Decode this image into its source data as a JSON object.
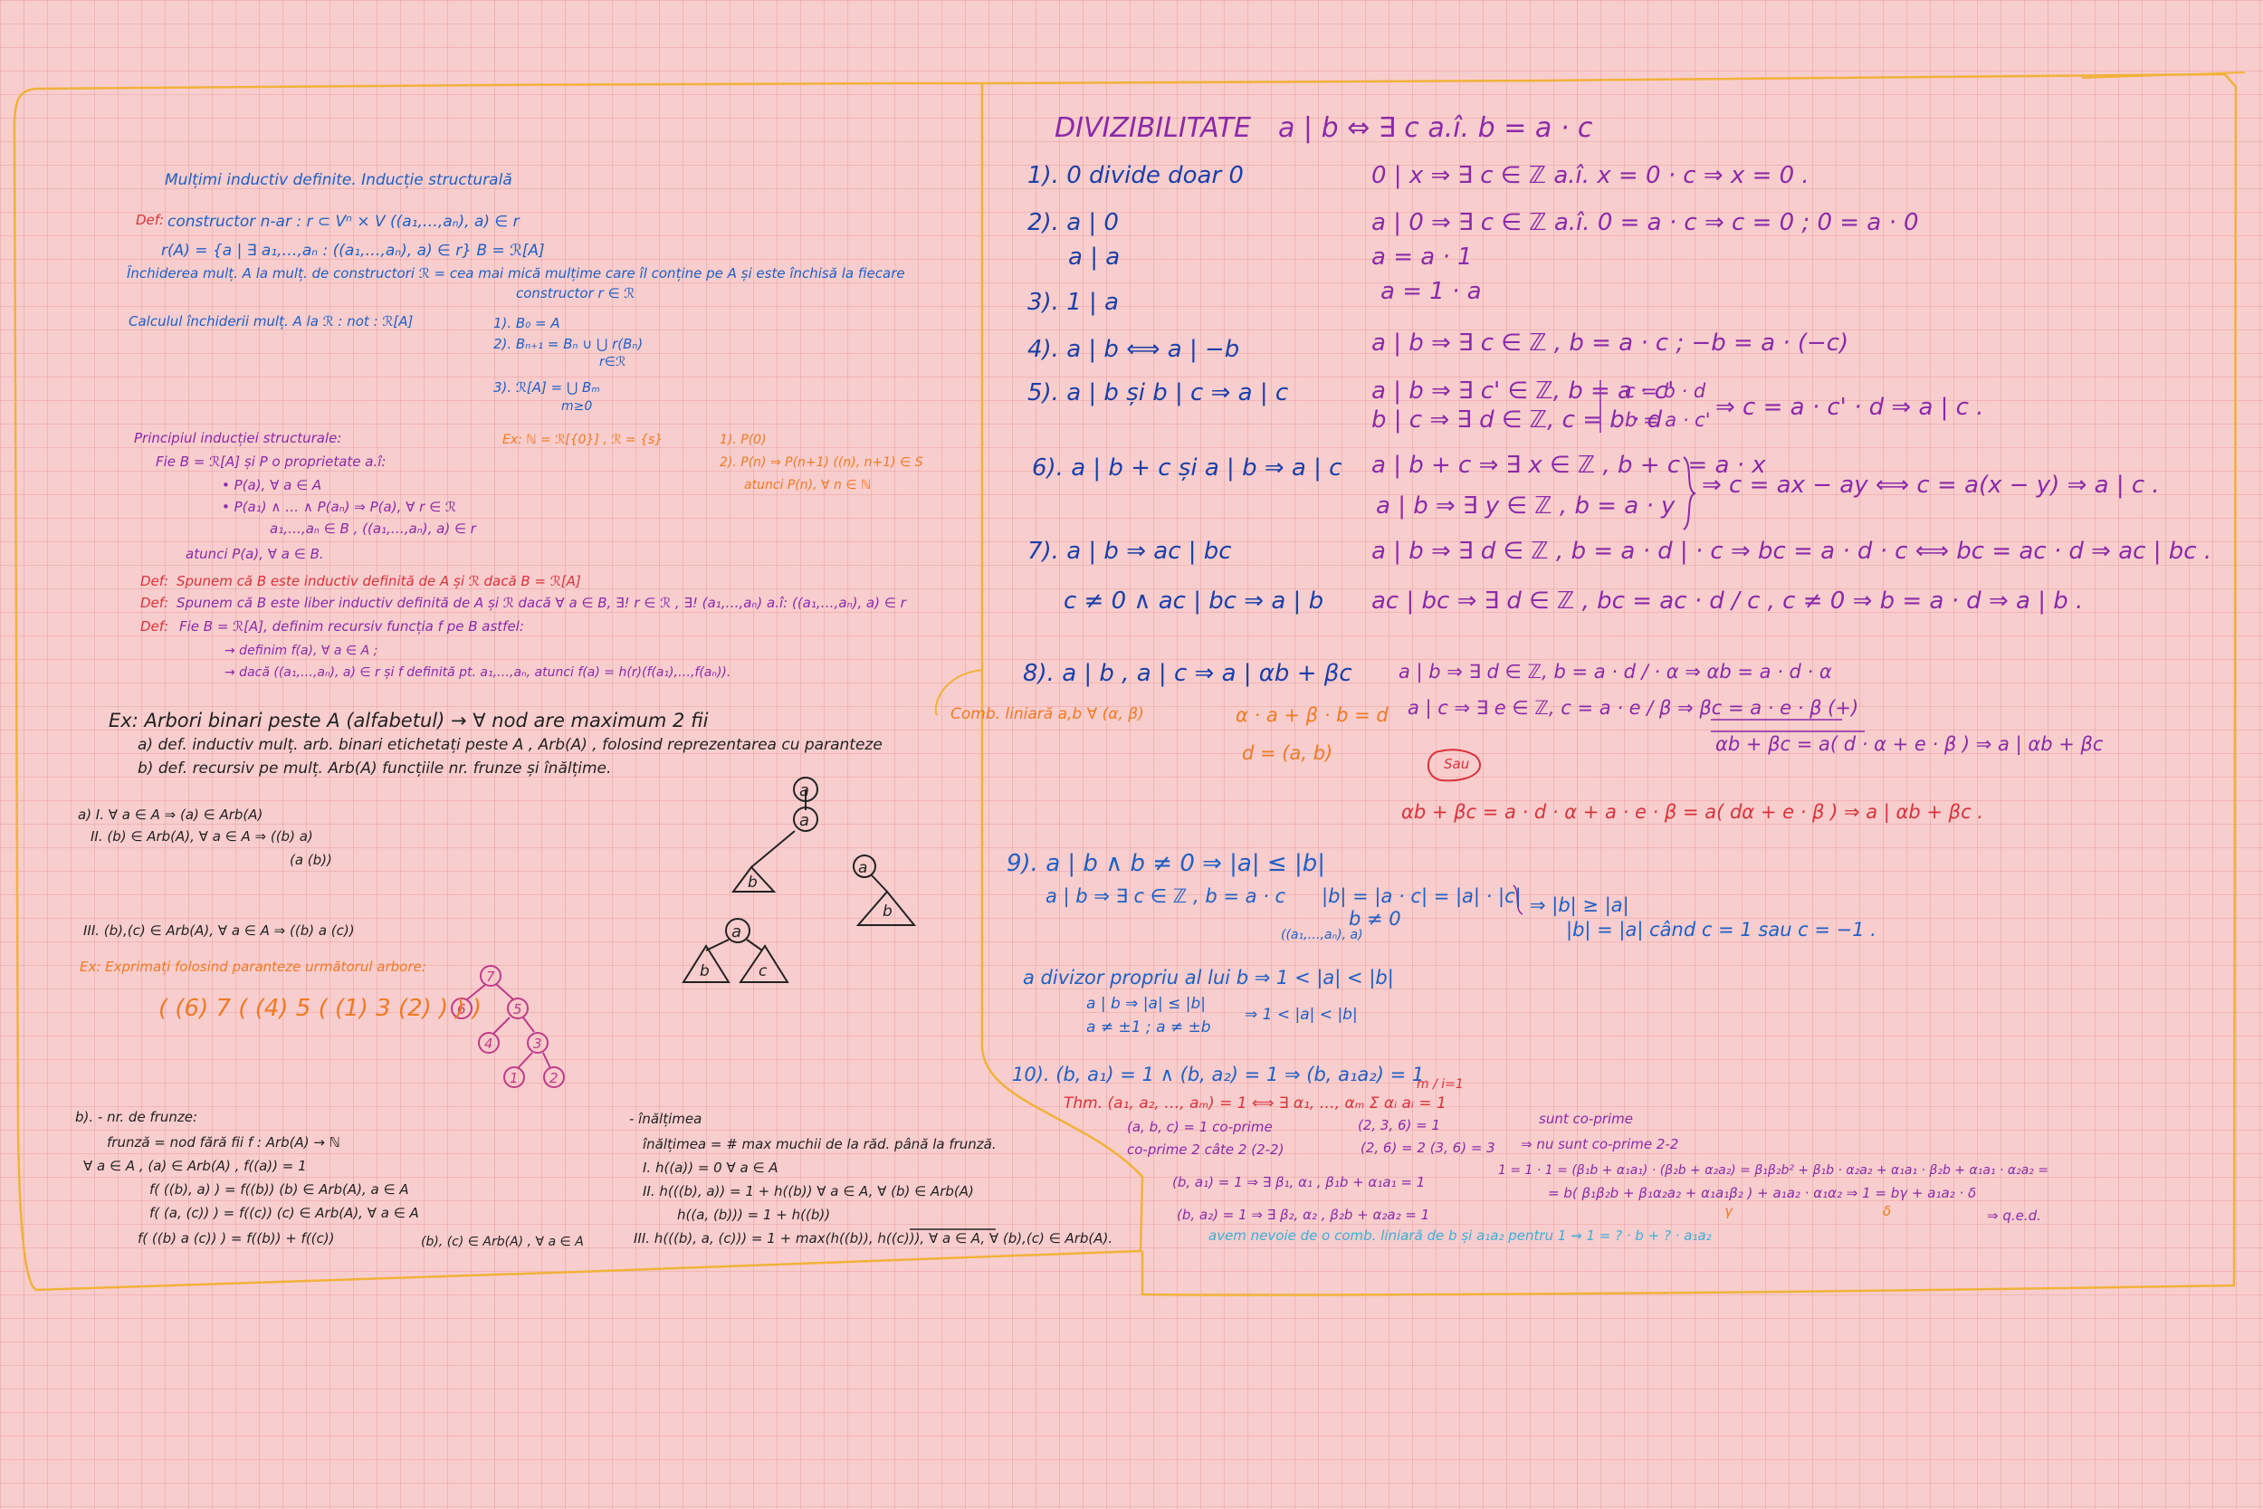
{
  "left": {
    "title": "Mulțimi inductiv definite. Inducție structurală",
    "def1_label": "Def:",
    "def1": "constructor n-ar : r ⊂ Vⁿ × V        ((a₁,…,aₙ), a) ∈ r",
    "def1_r": "r(A) = {a | ∃ a₁,…,aₙ : ((a₁,…,aₙ), a) ∈ r}        B = ℛ[A]",
    "closure1": "Închiderea mulț. A la mulț. de constructori ℛ = cea mai mică mulțime care îl conține pe A și este închisă la fiecare",
    "closure2": "constructor r ∈ ℛ",
    "calc": "Calculul închiderii mulț. A la ℛ :  not : ℛ[A]",
    "calc_1": "1). B₀ = A",
    "calc_2": "2). Bₙ₊₁ = Bₙ ∪ ⋃ r(Bₙ)",
    "calc_2b": "r∈ℛ",
    "calc_3": "3). ℛ[A] = ⋃ Bₘ",
    "calc_3b": "m≥0",
    "principle": "Principiul inducției structurale:",
    "p1": "Fie B = ℛ[A] și P o proprietate a.î:",
    "p2": "• P(a), ∀ a ∈ A",
    "p3": "• P(a₁) ∧ … ∧ P(aₙ) ⇒ P(a), ∀ r ∈ ℛ",
    "p4": "a₁,…,aₙ ∈ B ,    ((a₁,…,aₙ), a) ∈ r",
    "p5": "atunci P(a), ∀ a ∈ B.",
    "ex_n": "Ex: ℕ = ℛ[{0}] , ℛ = {s}",
    "ex_n1": "1). P(0)",
    "ex_n2": "2). P(n) ⇒ P(n+1)    ((n), n+1) ∈ S",
    "ex_n3": "atunci P(n), ∀ n ∈ ℕ",
    "def2_label": "Def:",
    "def2": "Spunem că B este inductiv definită de A și ℛ dacă B = ℛ[A]",
    "def3_label": "Def:",
    "def3": "Spunem că B este liber inductiv definită de A și ℛ dacă ∀ a ∈ B, ∃! r ∈ ℛ , ∃! (a₁,…,aₙ) a.î: ((a₁,…,aₙ), a) ∈ r",
    "def4_label": "Def:",
    "def4": "Fie B = ℛ[A], definim recursiv funcția f pe B astfel:",
    "def4a": "→ definim f(a), ∀ a ∈ A ;",
    "def4b": "→ dacă ((a₁,…,aₙ), a) ∈ r și f definită pt. a₁,…,aₙ, atunci f(a) = h(r)(f(a₁),…,f(aₙ)).",
    "ex_trees": "Ex: Arbori binari peste A (alfabetul) → ∀ nod are maximum 2 fii",
    "ex_a": "a) def. inductiv mulț. arb. binari etichetați peste A ,  Arb(A) , folosind reprezentarea cu paranteze",
    "ex_b": "b) def. recursiv pe mulț. Arb(A) funcțiile nr. frunze și înălțime.",
    "a_I": "a) I. ∀ a ∈ A  ⇒  (a) ∈ Arb(A)",
    "a_II": "II. (b) ∈ Arb(A), ∀ a ∈ A ⇒ ((b) a)",
    "a_II2": "(a (b))",
    "a_III": "III. (b),(c) ∈ Arb(A), ∀ a ∈ A ⇒ ((b) a (c))",
    "ex_expr": "Ex: Exprimați folosind paranteze următorul arbore:",
    "ex_expr_ans": "( (6) 7 ( (4) 5 ( (1) 3 (2) ) ) )",
    "tree1": {
      "root": "a",
      "child": "a",
      "sub": "b"
    },
    "tree2": {
      "root": "a",
      "sub": "b"
    },
    "tree3": {
      "root": "a",
      "left": "b",
      "right": "c"
    },
    "tree4": {
      "n7": "7",
      "n6": "6",
      "n5": "5",
      "n4": "4",
      "n3": "3",
      "n1": "1",
      "n2": "2"
    },
    "b_title": "b). - nr. de frunze:",
    "b1": "frunză = nod fără fii        f : Arb(A) → ℕ",
    "b2": "∀ a ∈ A ,  (a) ∈ Arb(A) ,    f((a)) = 1",
    "b3": "f( ((b), a) ) = f((b))          (b) ∈ Arb(A), a ∈ A",
    "b4": "f( (a, (c)) ) = f((c))           (c) ∈ Arb(A), ∀ a ∈ A",
    "b5": "f( ((b) a (c)) )  =  f((b)) + f((c))",
    "b5b": "(b), (c) ∈ Arb(A) , ∀ a ∈ A",
    "h_title": "- înălțimea",
    "h1": "înălțimea = # max muchii de la răd. până la frunză.",
    "h2": "I.    h((a)) = 0           ∀ a ∈ A",
    "h3": "II.   h(((b), a)) = 1 + h((b))      ∀ a ∈ A, ∀ (b) ∈ Arb(A)",
    "h4": "h((a, (b))) = 1 + h((b))",
    "h5": "III.  h(((b), a, (c))) = 1 + max(h((b)), h((c))), ∀ a ∈ A, ∀ (b),(c) ∈ Arb(A)."
  },
  "right": {
    "title": "DIVIZIBILITATE",
    "title_def": "a | b ⇔ ∃ c  a.î.  b = a · c",
    "p1": "1). 0 divide doar 0",
    "p1r": "0 | x ⇒ ∃ c ∈ ℤ  a.î.  x = 0 · c  ⇒ x = 0 .",
    "p2": "2). a | 0",
    "p2b": "a | a",
    "p2r": "a | 0 ⇒ ∃ c ∈ ℤ  a.î.  0 = a · c ⇒ c = 0 ;  0 = a · 0",
    "p2r2": "a = a · 1",
    "p2r3": "a = 1 · a",
    "p3": "3). 1 | a",
    "p4": "4). a | b ⟺ a | −b",
    "p4r": "a | b ⇒ ∃ c ∈ ℤ , b = a · c   ;   −b = a · (−c)",
    "p5": "5). a | b și b | c ⇒ a | c",
    "p5r1": "a | b ⇒ ∃ c' ∈ ℤ,  b = a · c'",
    "p5r2": "b | c ⇒ ∃ d ∈ ℤ,   c = b · d",
    "p5r3": "c = b · d",
    "p5r4": "b = a · c'",
    "p5r5": "⇒ c = a · c' · d  ⇒ a | c .",
    "p6": "6). a | b + c și a | b ⇒ a | c",
    "p6r1": "a | b + c ⇒ ∃ x ∈ ℤ , b + c = a · x",
    "p6r2": "a | b ⇒ ∃ y ∈ ℤ , b = a · y",
    "p6r3": "⇒ c = ax − ay ⟺ c = a(x − y)  ⇒  a | c .",
    "p7": "7). a | b ⇒ ac | bc",
    "p7b": "c ≠ 0 ∧ ac | bc ⇒ a | b",
    "p7r1": "a | b ⇒ ∃ d ∈ ℤ , b = a · d | · c ⇒ bc = a · d · c ⟺ bc = ac · d  ⇒  ac | bc .",
    "p7r2": "ac | bc ⇒ ∃ d ∈ ℤ ,  bc = ac · d / c , c ≠ 0 ⇒ b = a · d ⇒ a | b .",
    "p8": "8). a | b , a | c ⇒ a | αb + βc",
    "comb": "Comb. liniară  a,b ∀ (α, β)",
    "comb2": "α · a + β · b = d",
    "comb3": "d = (a, b)",
    "p8r1": "a | b ⇒ ∃ d ∈ ℤ,  b = a · d / · α ⇒ αb = a · d · α",
    "p8r2": "a | c ⇒ ∃ e ∈ ℤ,  c = a · e / β ⇒ βc = a · e · β        (+)",
    "p8r3": "αb + βc = a( d · α + e · β )  ⇒  a | αb + βc",
    "sau": "Sau",
    "p8r4": "αb + βc = a · d · α + a · e · β  = a( dα + e · β ) ⇒ a | αb + βc .",
    "p9": "9). a | b ∧ b ≠ 0 ⇒ |a| ≤ |b|",
    "p9r1": "a | b ⇒ ∃ c ∈ ℤ , b = a · c",
    "p9r2": "|b| = |a · c| = |a| · |c|",
    "p9r3": "b ≠ 0",
    "p9r4": "((a₁,…,aₙ), a)",
    "p9r5": "⇒ |b| ≥ |a|",
    "p9r6": "|b| = |a|  când  c = 1  sau  c = −1 .",
    "divprop": "a divizor propriu al lui b  ⇒  1 < |a| < |b|",
    "divprop2": "a | b ⇒ |a| ≤ |b|",
    "divprop3": "a ≠ ±1 ; a ≠ ±b",
    "divprop4": "⇒ 1 < |a| < |b|",
    "p10": "10). (b, a₁) = 1 ∧ (b, a₂) = 1 ⇒ (b, a₁a₂) = 1",
    "thm": "Thm.  (a₁, a₂, …, aₘ) = 1 ⟺ ∃ α₁, …, αₘ  Σ αᵢ aᵢ = 1",
    "thm_sum": "m / i=1",
    "cop1": "(a, b, c) = 1    co-prime",
    "cop2": "co-prime 2 câte 2  (2-2)",
    "cop3": "(2, 3, 6) = 1",
    "cop4": "(2, 6) = 2    (3, 6) = 3",
    "cop5": "sunt co-prime",
    "cop6": "⇒ nu sunt co-prime 2-2",
    "b1": "(b, a₁) = 1  ⇒ ∃ β₁, α₁ , β₁b + α₁a₁ = 1",
    "b2": "(b, a₂) = 1  ⇒ ∃ β₂, α₂ , β₂b + α₂a₂ = 1",
    "prod1": "1 = 1 · 1 = (β₁b + α₁a₁) · (β₂b + α₂a₂) = β₁β₂b² + β₁b · α₂a₂ + α₁a₁ · β₂b + α₁a₁ · α₂a₂ =",
    "prod2": "= b( β₁β₂b + β₁α₂a₂ + α₁a₁β₂ ) + a₁a₂ · α₁α₂   ⇒ 1 = bγ + a₁a₂ · δ",
    "prod3": "⇒ q.e.d.",
    "gamma": "γ",
    "delta": "δ",
    "need": "avem nevoie de o comb. liniară de b și a₁a₂ pentru 1  ⇝  1 = ? · b + ? · a₁a₂"
  }
}
